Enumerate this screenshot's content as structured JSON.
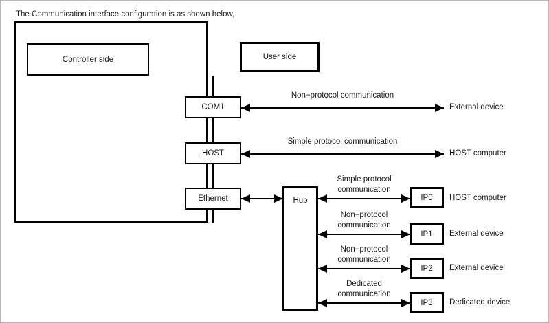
{
  "caption": "The Communication interface configuration is as shown below,",
  "groups": {
    "controller_side": "Controller side",
    "user_side": "User side"
  },
  "ports": [
    {
      "id": "com1",
      "label": "COM1"
    },
    {
      "id": "host",
      "label": "HOST"
    },
    {
      "id": "ethernet",
      "label": "Ethernet"
    }
  ],
  "hub": {
    "label": "Hub"
  },
  "ip_nodes": [
    {
      "label": "IP0"
    },
    {
      "label": "IP1"
    },
    {
      "label": "IP2"
    },
    {
      "label": "IP3"
    }
  ],
  "connections": [
    {
      "from": "COM1",
      "to": "External device",
      "label": "Non−protocol communication",
      "device": "External device"
    },
    {
      "from": "HOST",
      "to": "HOST computer",
      "label": "Simple protocol communication",
      "device": "HOST computer"
    },
    {
      "from": "Hub",
      "to": "IP0",
      "label": "Simple protocol\ncommunication",
      "device": "HOST computer"
    },
    {
      "from": "Hub",
      "to": "IP1",
      "label": "Non−protocol\ncommunication",
      "device": "External device"
    },
    {
      "from": "Hub",
      "to": "IP2",
      "label": "Non−protocol\ncommunication",
      "device": "External device"
    },
    {
      "from": "Hub",
      "to": "IP3",
      "label": "Dedicated\ncommunication",
      "device": "Dedicated device"
    }
  ],
  "colors": {
    "line": "#000000",
    "text": "#1a1a1a",
    "background": "#ffffff",
    "page_border": "#b8b8b8"
  }
}
